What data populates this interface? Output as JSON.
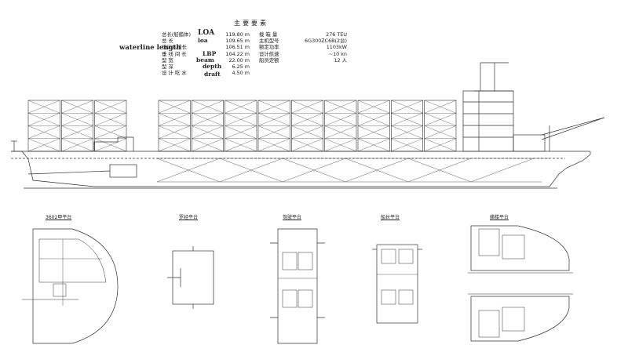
{
  "table_title": "主要要素",
  "waterline_label": "waterline length",
  "left_table": [
    {
      "label": "总长(船艏体)",
      "value": "119.80 m",
      "en": "LOA",
      "en_big": true
    },
    {
      "label": "总        长",
      "value": "109.65 m",
      "en": "loa"
    },
    {
      "label": "设计水线长",
      "value": "106.51 m",
      "en": ""
    },
    {
      "label": "垂 线 间 长",
      "value": "104.22 m",
      "en": "LBP"
    },
    {
      "label": "型        宽",
      "value": "22.00 m",
      "en": "beam"
    },
    {
      "label": "型        深",
      "value": "6.25 m",
      "en": "depth"
    },
    {
      "label": "设 计 吃 水",
      "value": "4.50 m",
      "en": "draft"
    }
  ],
  "right_table": [
    {
      "label": "载 箱 量",
      "value": "276 TEU"
    },
    {
      "label": "主机型号",
      "value": "6G300ZC6B(2台)"
    },
    {
      "label": "额定功率",
      "value": "1103kW"
    },
    {
      "label": "设计航速",
      "value": "~10 kn"
    },
    {
      "label": "船员定额",
      "value": "12 人"
    }
  ],
  "plans": [
    {
      "title": "3602甲平台"
    },
    {
      "title": "罗经平台"
    },
    {
      "title": "驾驶平台"
    },
    {
      "title": "船长平台"
    },
    {
      "title": "艏楼平台"
    }
  ]
}
